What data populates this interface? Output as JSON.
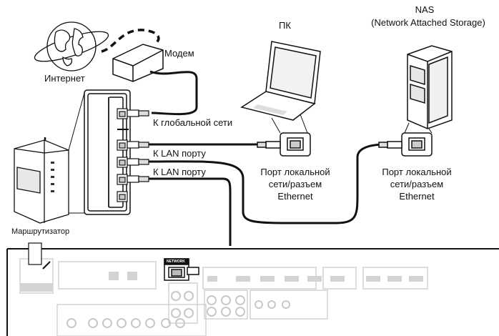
{
  "labels": {
    "nas_title": "NAS",
    "nas_subtitle": "(Network Attached Storage)",
    "pc": "ПК",
    "modem": "Модем",
    "internet": "Интернет",
    "wan": "К глобальной сети",
    "lan1": "К LAN порту",
    "lan2": "К LAN порту",
    "pc_port": [
      "Порт локальной",
      "сети/разъем",
      "Ethernet"
    ],
    "nas_port": [
      "Порт локальной",
      "сети/разъем",
      "Ethernet"
    ],
    "router": "Маршрутизатор",
    "network_terminal": "NETWORK"
  }
}
